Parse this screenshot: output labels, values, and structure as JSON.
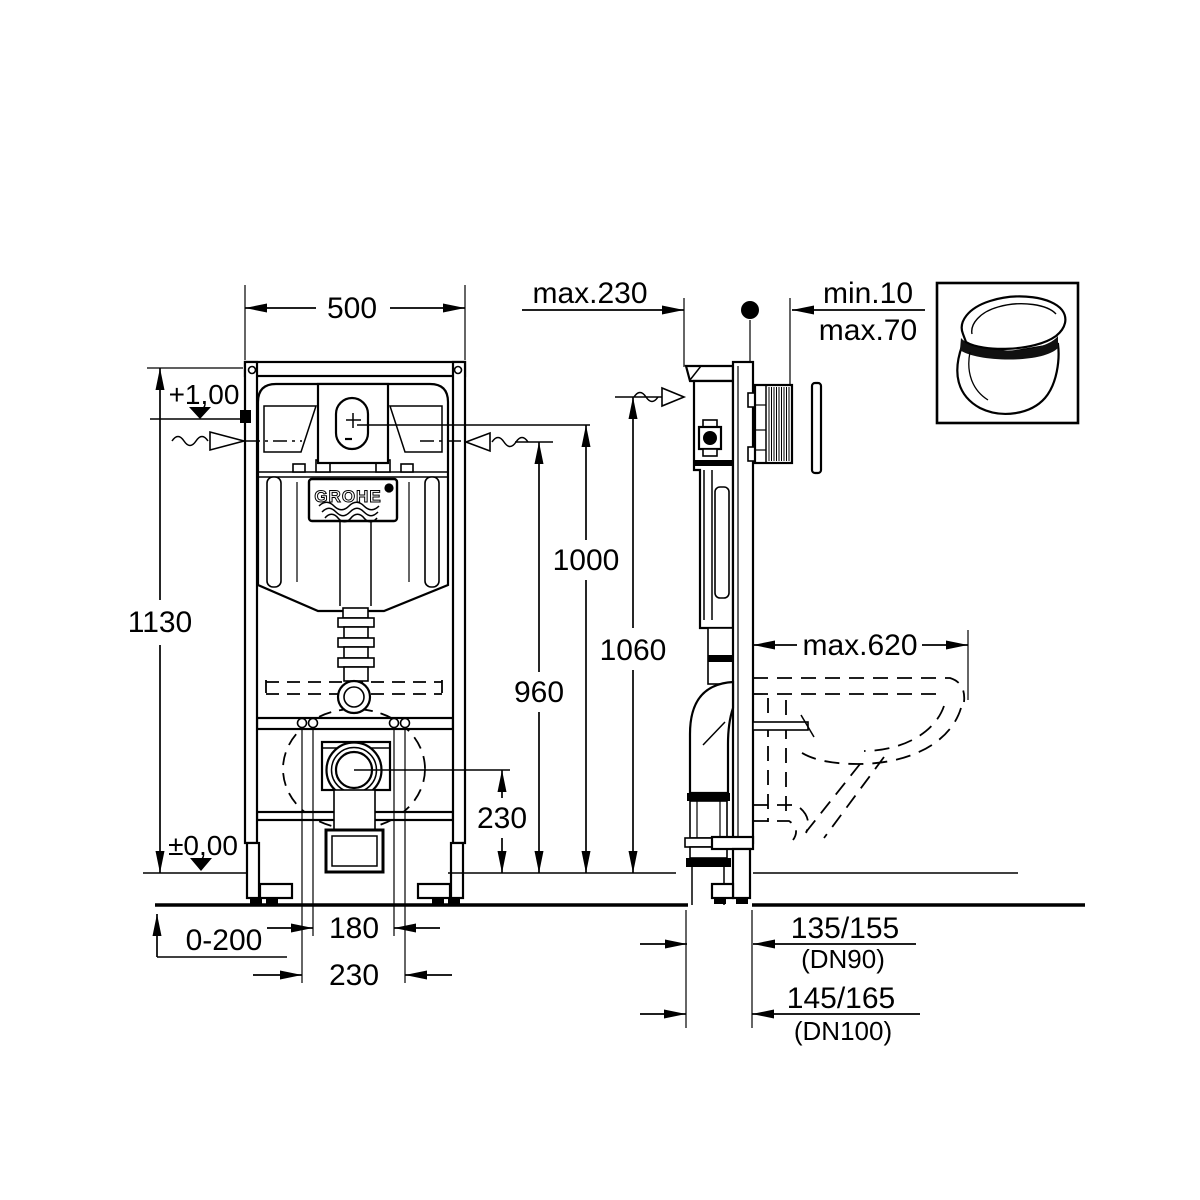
{
  "drawing": {
    "brand": "GROHE",
    "front_view": {
      "width": "500",
      "height": "1130",
      "upper_level": "+1,00",
      "floor_level": "±0,00",
      "screed_range": "0-200",
      "supply_height": "960",
      "actuator_center_height": "1000",
      "side_supply_height": "1060",
      "drain_center_height": "230",
      "bolt_spacing_inner": "180",
      "bolt_spacing_outer": "230"
    },
    "side_view": {
      "frame_wall_offset": "max.230",
      "wall_finish_min": "min.10",
      "wall_finish_max": "max.70",
      "bowl_depth": "max.620",
      "outlet_dn90": "135/155",
      "outlet_dn90_label": "(DN90)",
      "outlet_dn100": "145/165",
      "outlet_dn100_label": "(DN100)"
    }
  }
}
